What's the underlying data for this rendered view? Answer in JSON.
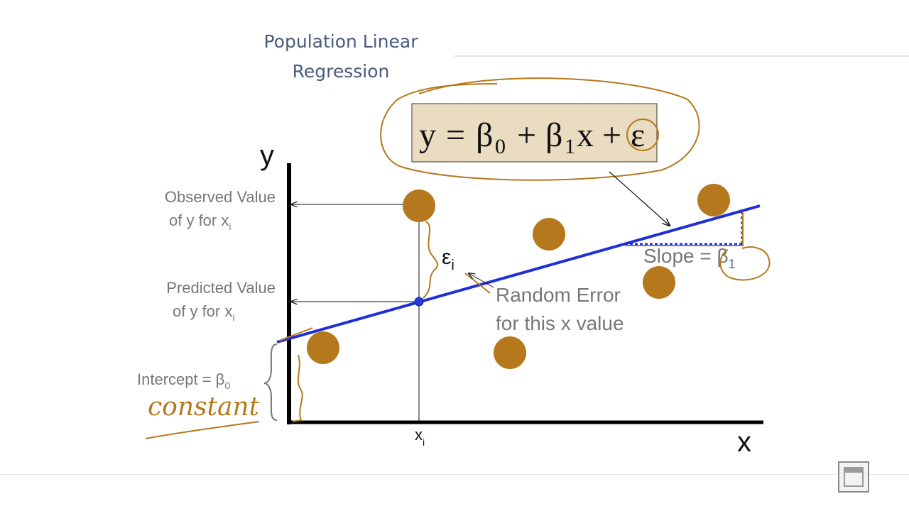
{
  "title": {
    "line1": "Population Linear",
    "line2": "Regression"
  },
  "equation": {
    "y": "y",
    "eq": "=",
    "b0": "β",
    "b0_sub": "0",
    "plus1": "+",
    "b1": "β",
    "b1_sub": "1",
    "x": "x",
    "plus2": "+",
    "eps": "ε"
  },
  "axes": {
    "y_label": "y",
    "x_label": "x",
    "xi_label": "x",
    "xi_sub": "i"
  },
  "labels": {
    "observed_line1": "Observed Value",
    "observed_line2": "of y for x",
    "observed_sub": "i",
    "predicted_line1": "Predicted Value",
    "predicted_line2": "of y for x",
    "predicted_sub": "i",
    "intercept": "Intercept = β",
    "intercept_sub": "0",
    "epsilon": "ε",
    "epsilon_sub": "i",
    "random_error_line1": "Random Error",
    "random_error_line2": "for this x value",
    "slope": "Slope = β",
    "slope_sub": "1"
  },
  "annotations": {
    "handwritten": "constant"
  },
  "colors": {
    "regression_line": "#1f2fd6",
    "points": "#b5781c",
    "equation_box": "#e9dcc0",
    "handwriting": "#b5781c",
    "label_text": "#777777",
    "title_text": "#4a5a7c"
  },
  "icons": {
    "logo": "institution-logo-icon"
  }
}
